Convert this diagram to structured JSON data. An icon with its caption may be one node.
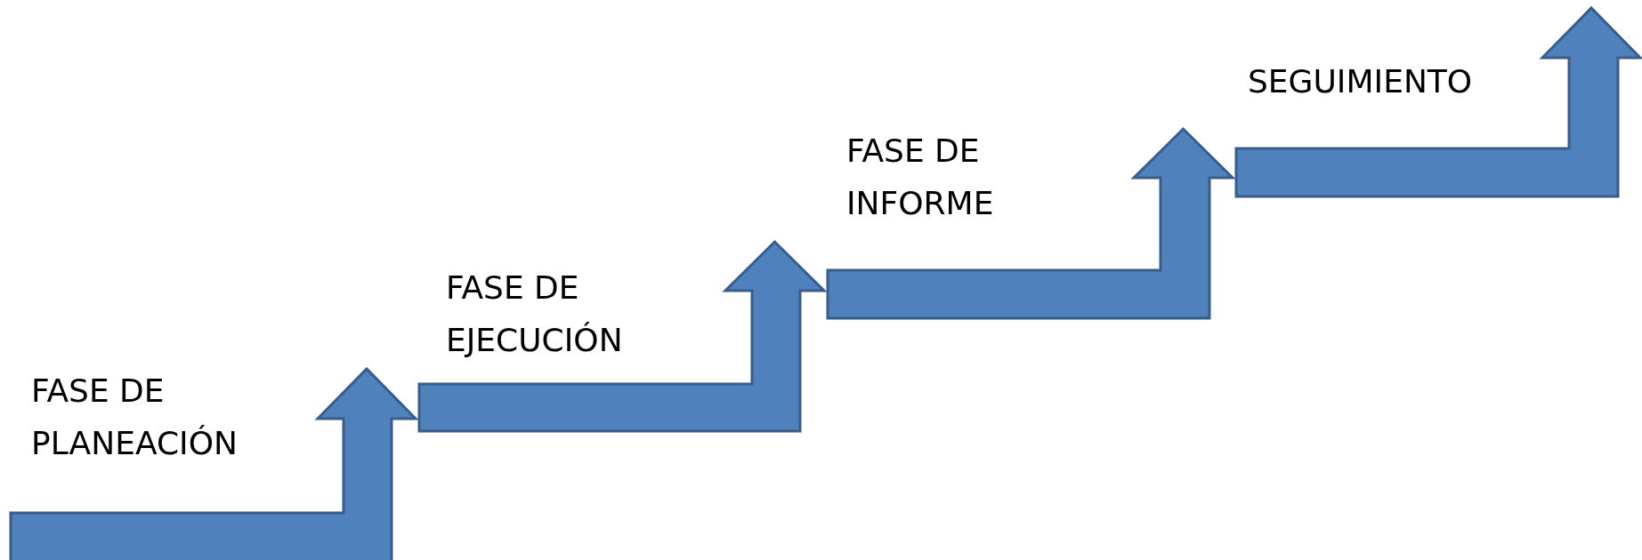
{
  "diagram": {
    "nodes": [
      {
        "text": [
          "FASE DE PLANEACIÓN"
        ]
      },
      {
        "text": [
          "FASE DE EJECUCIÓN"
        ]
      },
      {
        "text": [
          "FASE DE INFORME"
        ]
      },
      {
        "text": [
          "SEGUIMIENTO"
        ]
      }
    ]
  }
}
